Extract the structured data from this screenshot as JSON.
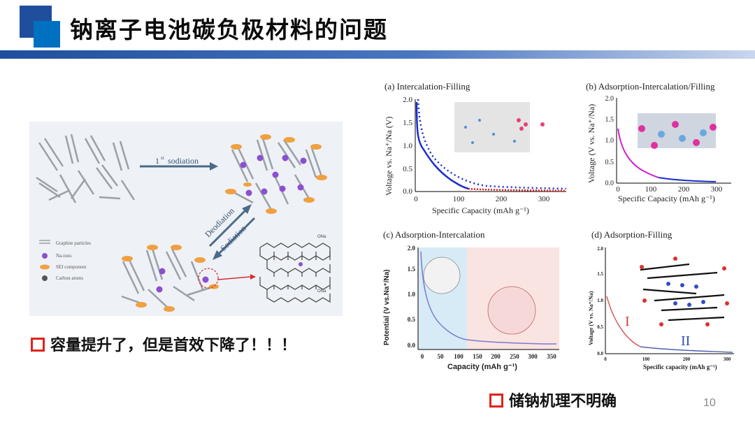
{
  "header": {
    "title": "钠离子电池碳负极材料的问题",
    "accent_color": "#1f4e9c"
  },
  "left_figure": {
    "arrow1_label_sup": "st",
    "arrow1_label_num": "1",
    "arrow1_label_text": "sodiation",
    "deodiation_label": "Deodiation",
    "sodiation_label": "Sodiation",
    "legend": [
      {
        "label": "Graphite particles",
        "icon": "graphite-lines-icon"
      },
      {
        "label": "Na-ions",
        "icon": "purple-dot-icon"
      },
      {
        "label": "SEI component",
        "icon": "orange-blob-icon"
      },
      {
        "label": "Carbon atoms",
        "icon": "gray-dot-icon"
      }
    ],
    "ona_top": "ONa",
    "ona_bottom": "ONa"
  },
  "bullet1": "容量提升了，但是首效下降了！！！",
  "bullet2": "储钠机理不明确",
  "page_number": "10",
  "panels": {
    "a": {
      "title": "(a) Intercalation-Filling",
      "ylabel": "Voltage vs. Na⁺/Na (V)",
      "xlabel": "Specific Capacity (mAh g⁻¹)",
      "yticks": [
        "0.0",
        "0.5",
        "1.0",
        "1.5",
        "2.0"
      ],
      "xticks": [
        "0",
        "100",
        "200",
        "300"
      ]
    },
    "b": {
      "title": "(b) Adsorption-Intercalation/Filling",
      "ylabel": "Voltage (V vs. Na⁺/Na)",
      "xlabel": "Specific Capacity (mAh g⁻¹)",
      "yticks": [
        "0.0",
        "0.5",
        "1.0",
        "1.5",
        "2.0"
      ],
      "xticks": [
        "0",
        "100",
        "200",
        "300"
      ]
    },
    "c": {
      "title": "(c) Adsorption-Intercalation",
      "ylabel": "Potential (V vs.Na⁺/Na)",
      "xlabel": "Capacity (mAh g⁻¹)",
      "yticks": [
        "0.0",
        "0.5",
        "1.0",
        "1.5",
        "2.0"
      ],
      "xticks": [
        "0",
        "50",
        "100",
        "150",
        "200",
        "250",
        "300",
        "350"
      ]
    },
    "d": {
      "title": "(d) Adsorption-Filling",
      "ylabel": "Voltage (V vs. Na⁺/Na)",
      "xlabel": "Specific capacity (mAh g⁻¹)",
      "yticks": [
        "0.0",
        "0.5",
        "1.0",
        "1.5",
        "2.0"
      ],
      "xticks": [
        "0",
        "100",
        "200",
        "300"
      ],
      "region1": "I",
      "region2": "II"
    }
  }
}
